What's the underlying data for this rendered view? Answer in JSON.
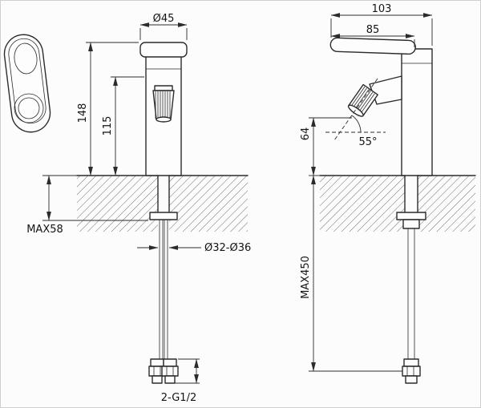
{
  "meta": {
    "title": "Bidet mixer tap — dimensional technical drawing"
  },
  "colors": {
    "background": "#fcfcfc",
    "line": "#2b2b2b",
    "dim": "#2b2b2b",
    "hatch": "#4a4a4a"
  },
  "front_view": {
    "dim_top_diameter": "Ø45",
    "dim_height_total": "148",
    "dim_height_body": "115",
    "dim_max_deck_thickness": "MAX58",
    "dim_mounting_hole": "Ø32-Ø36",
    "dim_thread": "2-G1/2"
  },
  "side_view": {
    "dim_depth_total": "103",
    "dim_depth_handle": "85",
    "dim_spout_height": "64",
    "dim_spout_angle": "55°",
    "dim_hose_length": "MAX450"
  }
}
